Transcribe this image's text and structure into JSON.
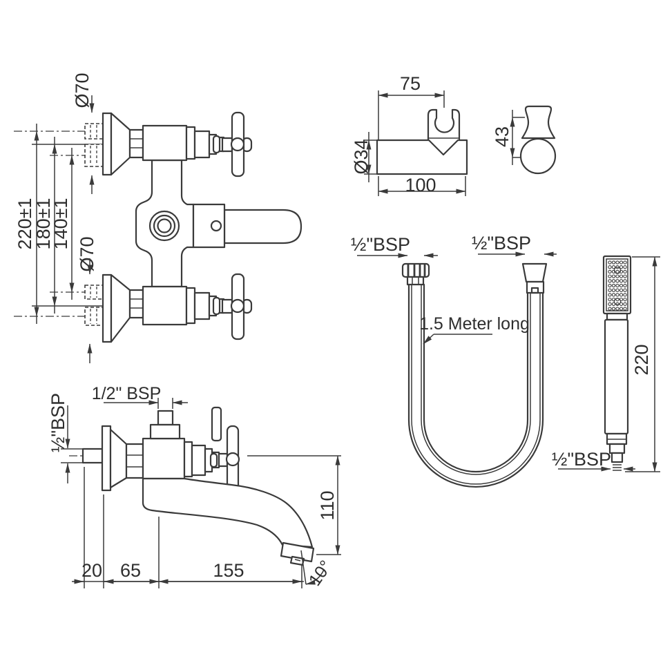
{
  "colors": {
    "background": "#ffffff",
    "line": "#3a3a3a",
    "text": "#2e2e2e"
  },
  "front_view": {
    "dia_top": "Ø70",
    "dia_mid": "Ø70",
    "dim_outer": "220±1",
    "dim_middle": "180±1",
    "dim_inner": "140±1"
  },
  "bracket_view": {
    "dim_top": "75",
    "dim_dia": "Ø34",
    "dim_bottom": "100",
    "dim_side": "43"
  },
  "hose_view": {
    "thread_left": "½\"BSP",
    "thread_right": "½\"BSP",
    "note": "1.5 Meter long"
  },
  "hand_shower_view": {
    "dim_length": "220",
    "thread": "½\"BSP"
  },
  "side_view": {
    "thread_top": "1/2\" BSP",
    "thread_wall": "½\"BSP",
    "dim_drop": "110",
    "dim_wall": "20",
    "dim_body": "65",
    "dim_reach": "155",
    "angle": "10°"
  }
}
